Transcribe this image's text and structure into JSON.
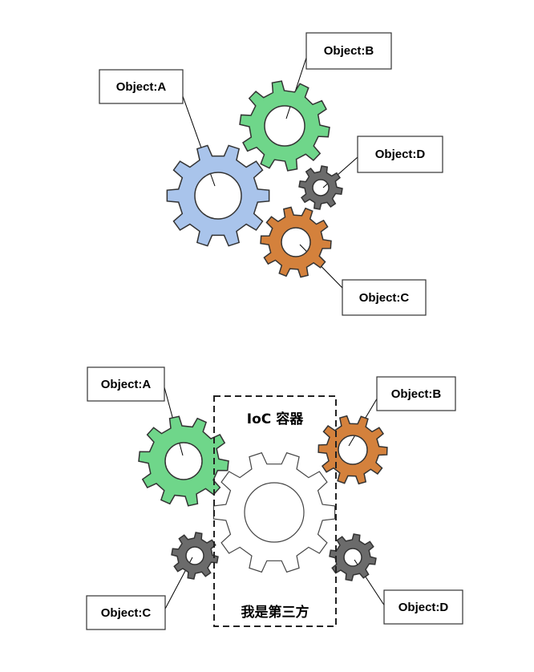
{
  "top_diagram": {
    "gears": [
      {
        "name": "gear-object-a",
        "color": "#a9c4eb"
      },
      {
        "name": "gear-object-b",
        "color": "#6fd68a"
      },
      {
        "name": "gear-object-c",
        "color": "#d4813c"
      },
      {
        "name": "gear-object-d",
        "color": "#6b6b6b"
      }
    ],
    "labels": {
      "object_a": "Object:A",
      "object_b": "Object:B",
      "object_c": "Object:C",
      "object_d": "Object:D"
    }
  },
  "bottom_diagram": {
    "container_title": "IoC 容器",
    "container_caption": "我是第三方",
    "gears": [
      {
        "name": "gear-object-a",
        "color": "#6fd68a"
      },
      {
        "name": "gear-object-b",
        "color": "#d4813c"
      },
      {
        "name": "gear-object-c",
        "color": "#6b6b6b"
      },
      {
        "name": "gear-object-d",
        "color": "#6b6b6b"
      },
      {
        "name": "gear-ioc-container",
        "color": "#ffffff"
      }
    ],
    "labels": {
      "object_a": "Object:A",
      "object_b": "Object:B",
      "object_c": "Object:C",
      "object_d": "Object:D"
    }
  }
}
